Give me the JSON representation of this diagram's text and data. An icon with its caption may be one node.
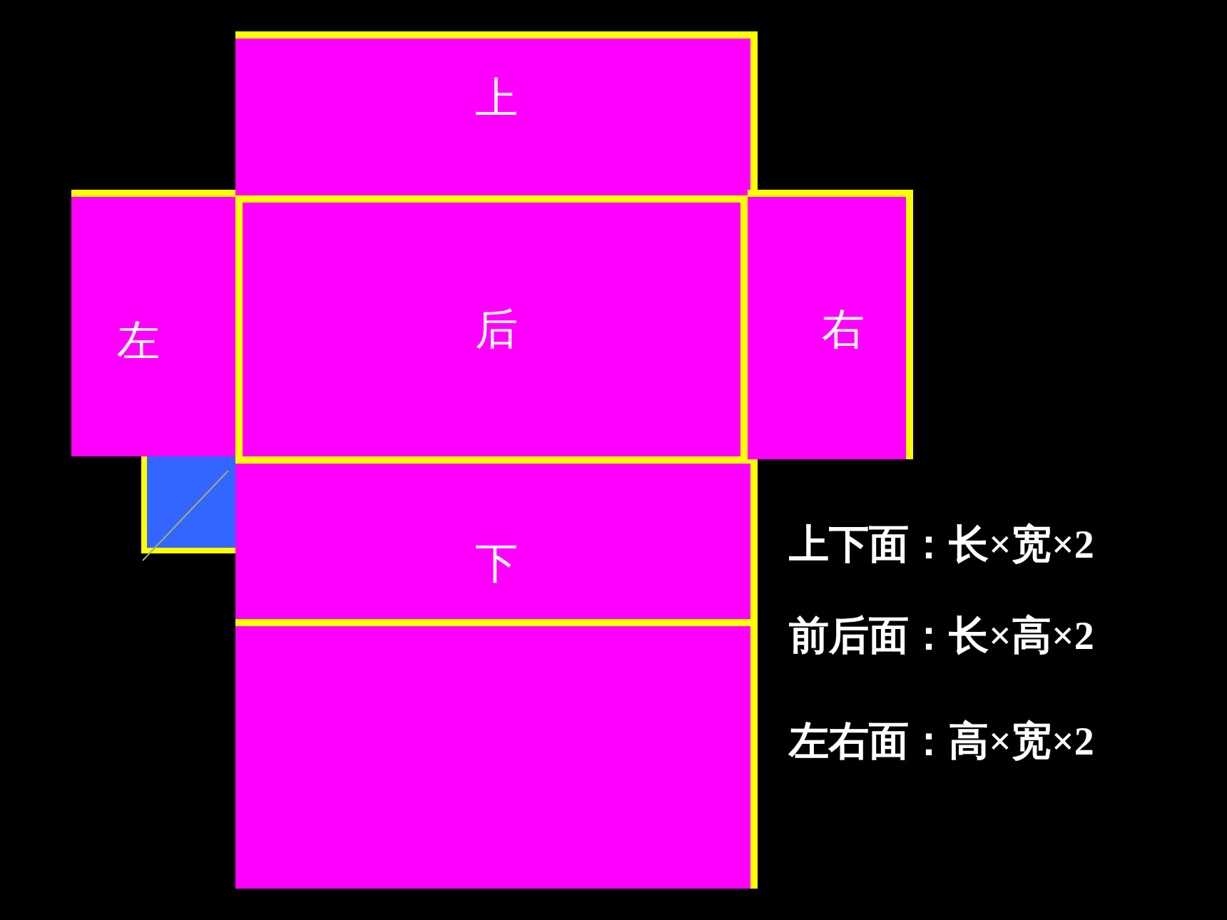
{
  "diagram": {
    "nodes": [
      {
        "text": [
          "上"
        ]
      },
      {
        "text": [
          "左"
        ]
      },
      {
        "text": [
          "后"
        ]
      },
      {
        "text": [
          "右"
        ]
      },
      {
        "text": [
          "下"
        ]
      },
      {
        "text": [],
        "shape": "box"
      }
    ],
    "labels": [
      "上下面：长×宽×2",
      "前后面：长×高×2",
      "左右面：高×宽×2"
    ]
  }
}
